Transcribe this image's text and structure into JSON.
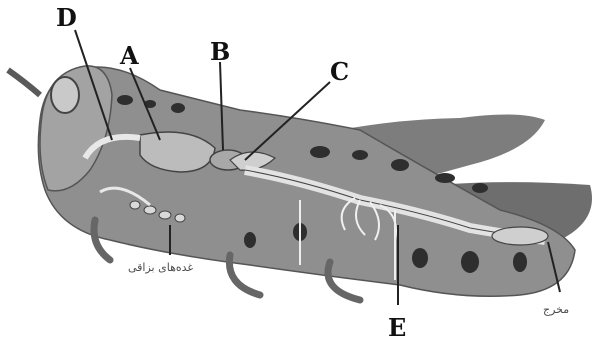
{
  "labels": {
    "A": "A",
    "B": "B",
    "C": "C",
    "D": "D",
    "E": "E"
  },
  "annotations": {
    "salivary_glands": "غده‌های بزاقی",
    "anus": "مخرج"
  },
  "colors": {
    "body": "#8a8a8a",
    "body_dark": "#3c3c3c",
    "organ": "#b9b9b9",
    "tube": "#e6e6e6",
    "leader": "#222222"
  }
}
